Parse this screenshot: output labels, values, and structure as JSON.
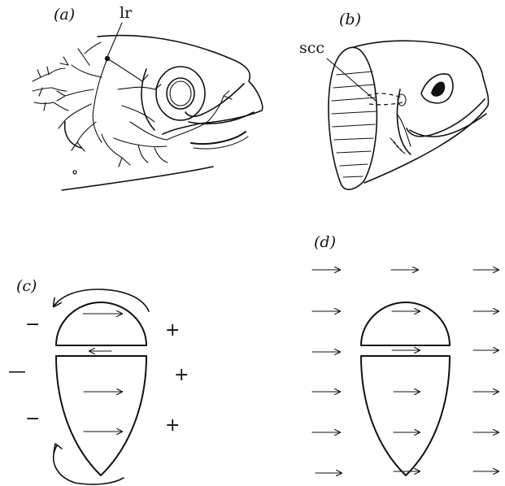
{
  "panels": {
    "a": {
      "label": "(a)",
      "annotation": "lr"
    },
    "b": {
      "label": "(b)",
      "annotation": "scc"
    },
    "c": {
      "label": "(c)",
      "signs": [
        "−",
        "+",
        "—",
        "+",
        "−",
        "+"
      ]
    },
    "d": {
      "label": "(d)"
    }
  },
  "colors": {
    "ink": "#111111",
    "background": "#ffffff"
  }
}
